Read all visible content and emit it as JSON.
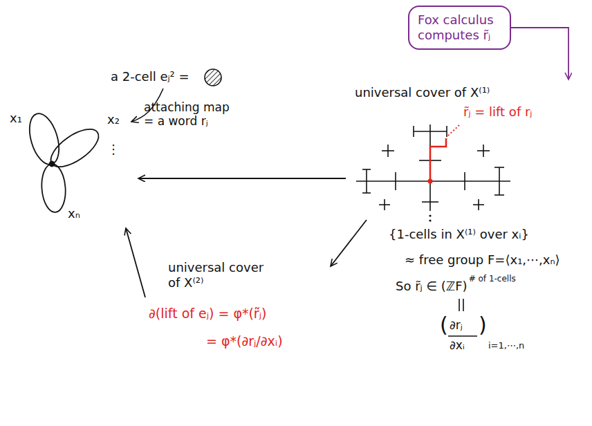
{
  "diagram": {
    "nodes": [
      {
        "text": [
          "Fox calculus computes r̃ⱼ"
        ]
      },
      {
        "text": [
          "x₁",
          "x₂",
          "⋮",
          "xₙ"
        ]
      },
      {
        "text": [
          "universal cover of X⁽¹⁾",
          "r̃ⱼ = lift of rⱼ"
        ]
      },
      {
        "text": [
          "universal cover of X⁽²⁾",
          "∂(lift of eⱼ) = φ*(r̃ⱼ)",
          "= φ*(∂rⱼ/∂xᵢ)"
        ]
      }
    ],
    "edges": [
      {
        "from": 2,
        "to": 1,
        "arrow": "to"
      },
      {
        "from": 2,
        "to": 3,
        "arrow": "to"
      },
      {
        "from": 3,
        "to": 1,
        "arrow": "to"
      },
      {
        "from": 0,
        "to": 2,
        "arrow": "to"
      }
    ],
    "labels": [
      "a 2-cell eⱼ² =",
      "attaching map = a word rⱼ",
      "{1-cells in X⁽¹⁾ over xᵢ}",
      "≈ free group F=⟨x₁,⋯,xₙ⟩",
      "So r̃ⱼ ∈ (ℤF)",
      "# of 1-cells",
      "(",
      "∂rⱼ",
      "∂xᵢ",
      ")",
      "i=1,⋯,n"
    ]
  }
}
